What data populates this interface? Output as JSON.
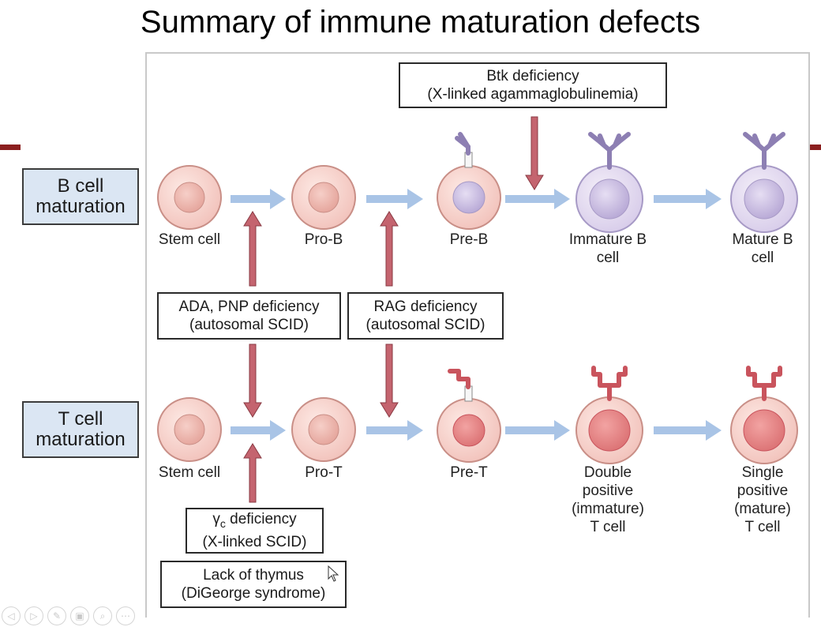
{
  "title": "Summary of immune maturation defects",
  "row_labels": {
    "b": "B cell\nmaturation",
    "t": "T cell\nmaturation"
  },
  "b_cells": {
    "stem": "Stem cell",
    "pro": "Pro-B",
    "pre": "Pre-B",
    "immature": "Immature B\ncell",
    "mature": "Mature B\ncell"
  },
  "t_cells": {
    "stem": "Stem cell",
    "pro": "Pro-T",
    "pre": "Pre-T",
    "double": "Double\npositive\n(immature)\nT cell",
    "single": "Single\npositive\n(mature)\nT cell"
  },
  "defects": {
    "btk": {
      "line1": "Btk deficiency",
      "line2": "(X-linked agammaglobulinemia)"
    },
    "ada": {
      "line1": "ADA, PNP deficiency",
      "line2": "(autosomal SCID)"
    },
    "rag": {
      "line1": "RAG deficiency",
      "line2": "(autosomal SCID)"
    },
    "gamma": {
      "symbol": "γ",
      "subscript": "c",
      "line1": " deficiency",
      "line2": "(X-linked SCID)"
    },
    "thymus": {
      "line1": "Lack of thymus",
      "line2": "(DiGeorge syndrome)"
    }
  },
  "colors": {
    "cell_fill": "#f3c9c3",
    "cell_stroke": "#c98f87",
    "b_pre_nucleus": "#b7a8d6",
    "b_mature_fill": "#ddd3ec",
    "b_mature_stroke": "#a79ac6",
    "b_receptor": "#8d7fb3",
    "t_nucleus": "#e27f80",
    "t_receptor": "#c9545d",
    "flow_arrow": "#a9c4e6",
    "defect_arrow": "#c4646f",
    "row_label_bg": "#dbe6f3",
    "accent": "#8b1f1f"
  },
  "controls": [
    "prev-icon",
    "play-icon",
    "pen-icon",
    "slides-icon",
    "zoom-icon",
    "more-icon"
  ]
}
